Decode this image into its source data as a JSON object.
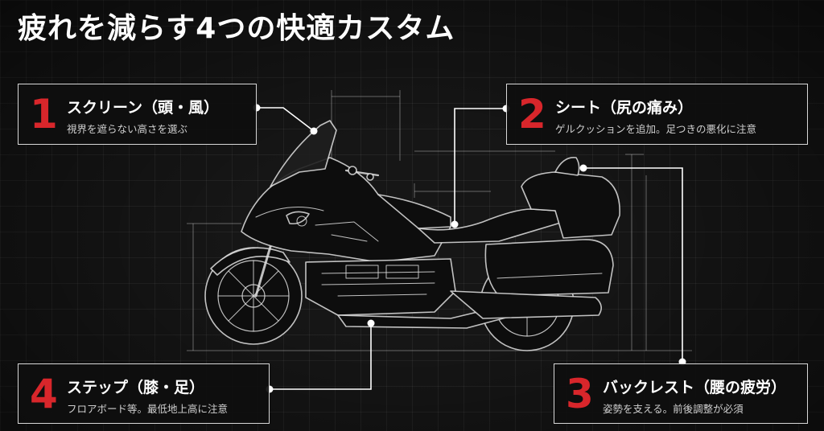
{
  "title": "疲れを減らす4つの快適カスタム",
  "cards": [
    {
      "number": "1",
      "heading": "スクリーン（頭・風）",
      "description": "視界を遮らない高さを選ぶ"
    },
    {
      "number": "2",
      "heading": "シート（尻の痛み）",
      "description": "ゲルクッションを追加。足つきの悪化に注意"
    },
    {
      "number": "3",
      "heading": "バックレスト（腰の疲労）",
      "description": "姿勢を支える。前後調整が必須"
    },
    {
      "number": "4",
      "heading": "ステップ（膝・足）",
      "description": "フロアボード等。最低地上高に注意"
    }
  ],
  "colors": {
    "accent": "#d8262b",
    "background": "#161616",
    "text": "#ffffff",
    "line": "#d8d8d8"
  }
}
